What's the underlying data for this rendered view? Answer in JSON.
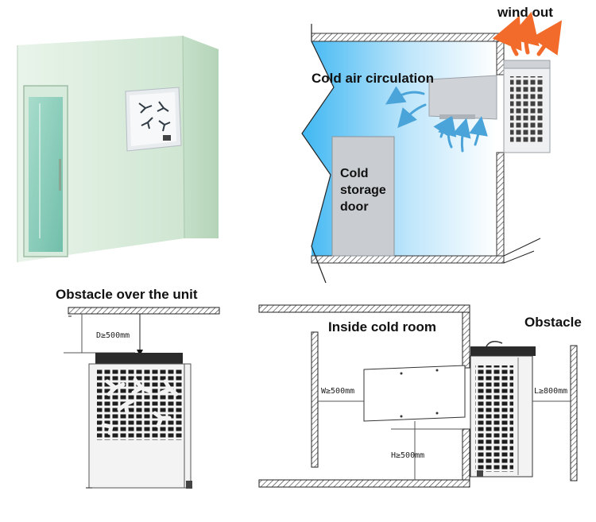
{
  "labels": {
    "wind_out": "wind out",
    "cold_air_circulation": "Cold air circulation",
    "cold_storage_door_line1": "Cold",
    "cold_storage_door_line2": "storage",
    "cold_storage_door_line3": "door",
    "obstacle_over_unit": "Obstacle over the unit",
    "inside_cold_room": "Inside cold room",
    "obstacle": "Obstacle"
  },
  "dimensions": {
    "d_clearance": "D≥500mm",
    "w_clearance": "W≥500mm",
    "h_clearance": "H≥500mm",
    "l_clearance": "L≥800mm"
  },
  "colors": {
    "cold_gradient_start": "#4fc3f7",
    "cold_gradient_end": "#ffffff",
    "wall_hatch": "#333333",
    "door_gray": "#c9cdd2",
    "arrow_warm": "#f26b2a",
    "arrow_cool": "#4aa3d9",
    "room_green": "#d6ead6"
  }
}
